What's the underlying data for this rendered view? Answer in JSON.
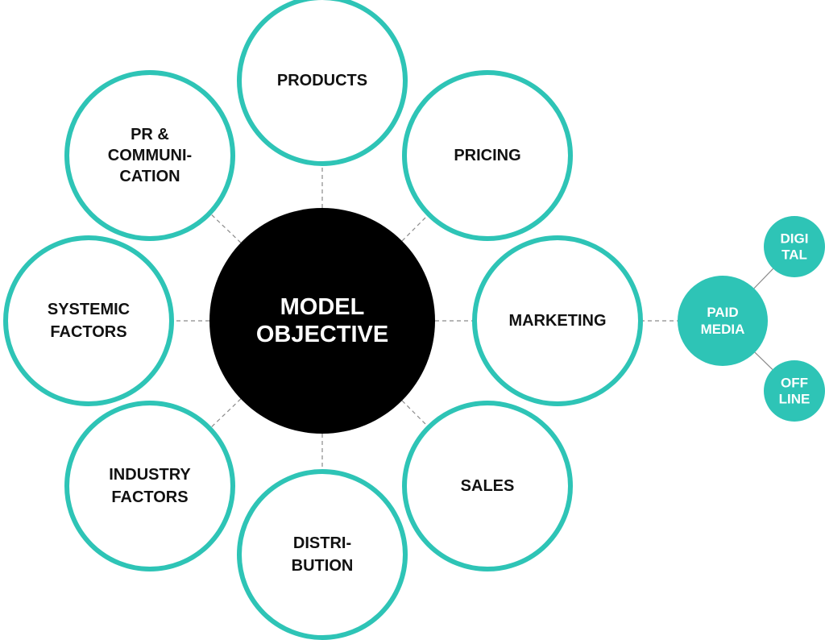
{
  "colors": {
    "accent": "#2ec4b6",
    "center_fill": "#000000",
    "center_text": "#ffffff",
    "node_text": "#111111",
    "connector": "#8a8a8a"
  },
  "center": {
    "label_lines": [
      "MODEL",
      "OBJECTIVE"
    ]
  },
  "nodes": [
    {
      "id": "products",
      "label_lines": [
        "PRODUCTS"
      ]
    },
    {
      "id": "pricing",
      "label_lines": [
        "PRICING"
      ]
    },
    {
      "id": "marketing",
      "label_lines": [
        "MARKETING"
      ]
    },
    {
      "id": "sales",
      "label_lines": [
        "SALES"
      ]
    },
    {
      "id": "distribution",
      "label_lines": [
        "DISTRI-",
        "BUTION"
      ]
    },
    {
      "id": "industry-factors",
      "label_lines": [
        "INDUSTRY",
        "FACTORS"
      ]
    },
    {
      "id": "systemic-factors",
      "label_lines": [
        "SYSTEMIC",
        "FACTORS"
      ]
    },
    {
      "id": "pr-communication",
      "label_lines": [
        "PR &",
        "COMMUNI-",
        "CATION"
      ]
    }
  ],
  "sub_branch": {
    "parent": "marketing",
    "hub": {
      "id": "paid-media",
      "label_lines": [
        "PAID",
        "MEDIA"
      ]
    },
    "leaves": [
      {
        "id": "digital",
        "label_lines": [
          "DIGI",
          "TAL"
        ]
      },
      {
        "id": "offline",
        "label_lines": [
          "OFF",
          "LINE"
        ]
      }
    ]
  }
}
